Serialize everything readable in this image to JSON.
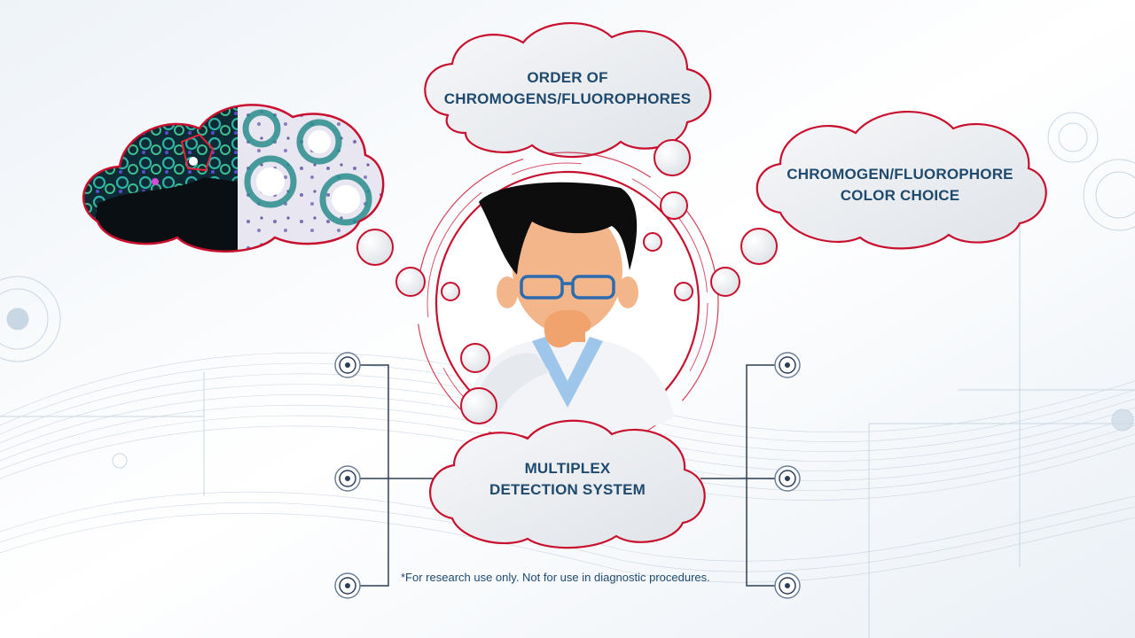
{
  "clouds": {
    "order": {
      "line1": "ORDER OF",
      "line2": "CHROMOGENS/FLUOROPHORES"
    },
    "color_choice": {
      "line1": "CHROMOGEN/FLUOROPHORE",
      "line2": "COLOR CHOICE"
    },
    "multiplex": {
      "line1": "MULTIPLEX",
      "line2": "DETECTION SYSTEM"
    }
  },
  "disclaimer": "*For research use only. Not for use in diagnostic procedures.",
  "colors": {
    "accent_red": "#c8102e",
    "navy_text": "#1f4a6e",
    "connector_line": "#2c3e55",
    "cloud_fill": "#eceff2"
  },
  "icons": [
    "scientist-illustration",
    "tissue-image-cloud",
    "target-node-icon"
  ]
}
